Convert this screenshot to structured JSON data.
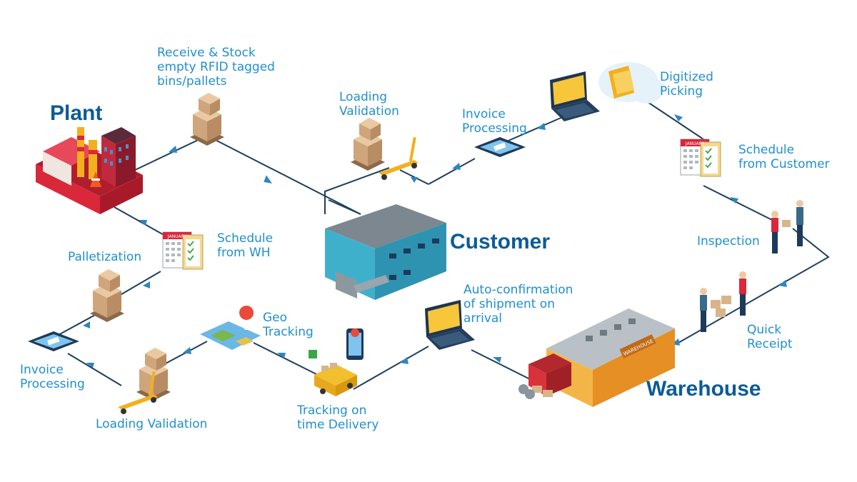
{
  "nodes": {
    "plant": "Plant",
    "customer": "Customer",
    "warehouse": "Warehouse"
  },
  "steps": {
    "receive_stock": [
      "Receive & Stock",
      "empty RFID tagged",
      "bins/pallets"
    ],
    "loading_validation_top": [
      "Loading",
      "Validation"
    ],
    "invoice_processing_top": [
      "Invoice",
      "Processing"
    ],
    "digitized_picking": [
      "Digitized",
      "Picking"
    ],
    "schedule_from_customer": [
      "Schedule",
      "from Customer"
    ],
    "inspection": "Inspection",
    "quick_receipt": [
      "Quick",
      "Receipt"
    ],
    "auto_confirmation": [
      "Auto-confirmation",
      "of shipment on",
      "arrival"
    ],
    "geo_tracking": [
      "Geo",
      "Tracking"
    ],
    "tracking_delivery": [
      "Tracking on",
      "time Delivery"
    ],
    "loading_validation_bottom": "Loading Validation",
    "invoice_processing_bottom": [
      "Invoice",
      "Processing"
    ],
    "palletization": "Palletization",
    "schedule_from_wh": [
      "Schedule",
      "from WH"
    ]
  },
  "decor": {
    "calendar_month": "JANUARY",
    "warehouse_sign": "WAREHOUSE"
  },
  "colors": {
    "flow_line": "#1d3f5e",
    "arrow": "#2e86c1",
    "label": "#1f8fd0",
    "title": "#0b5c96",
    "box": "#d9b48a",
    "building_blue": "#3aa6c4",
    "warehouse_orange": "#f2a33a",
    "plant_red": "#d8283a"
  }
}
